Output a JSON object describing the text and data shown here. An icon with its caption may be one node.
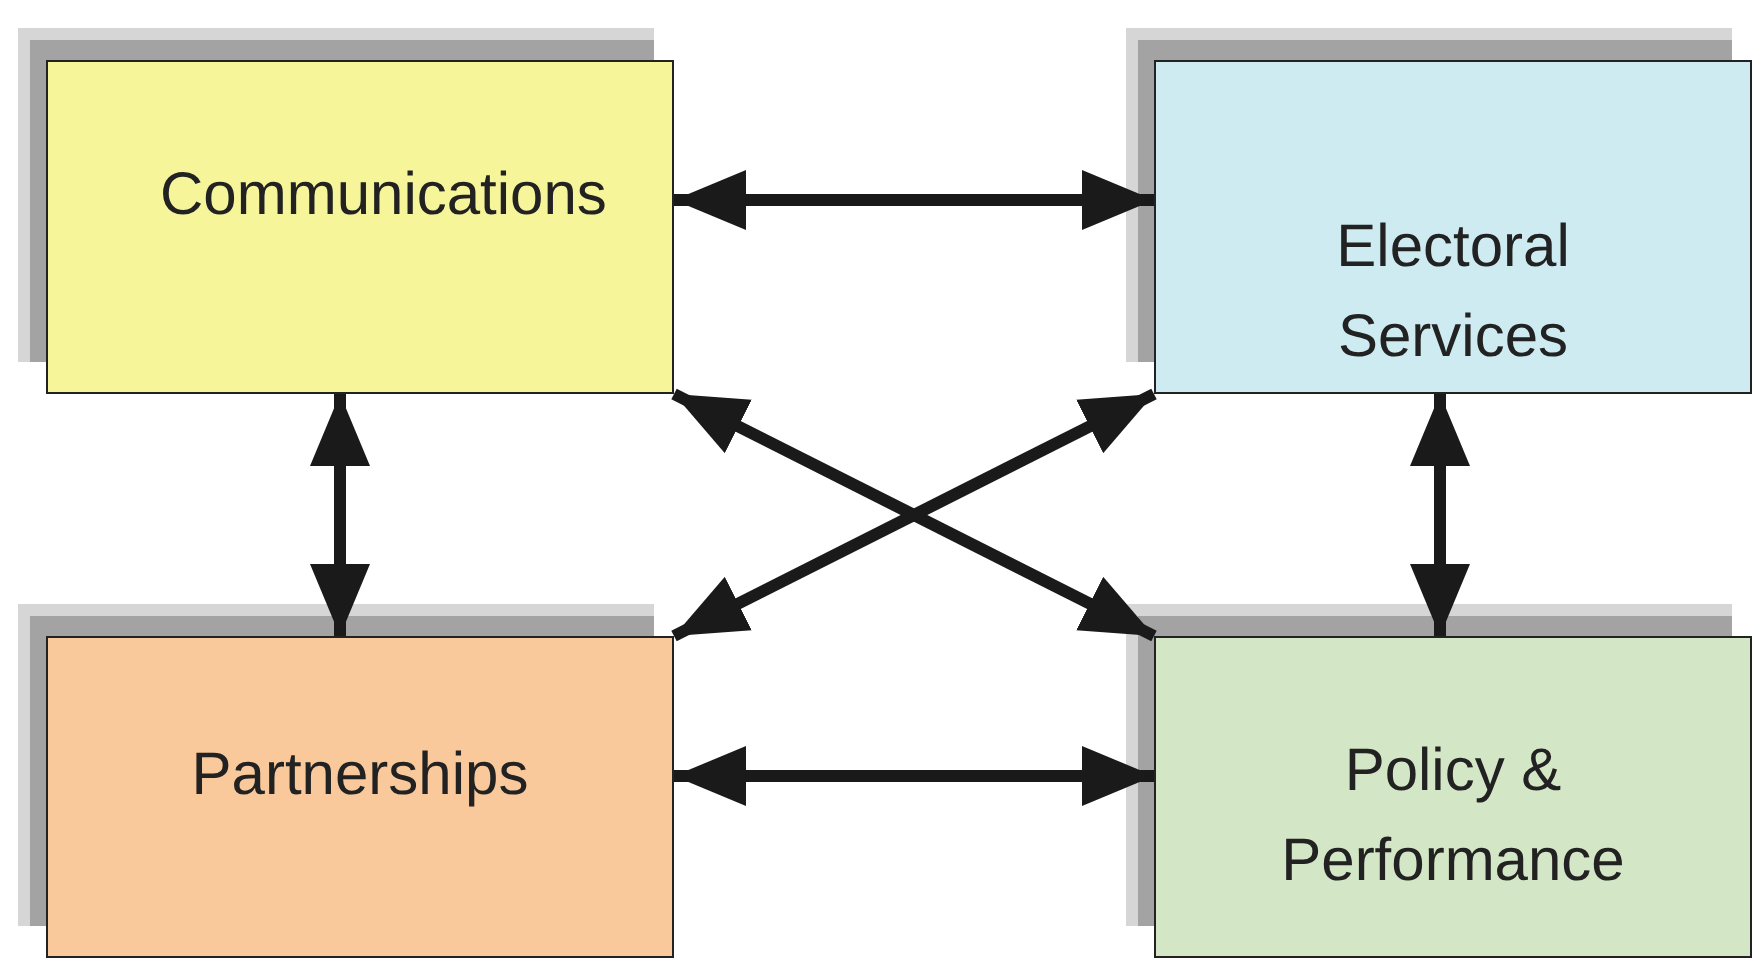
{
  "diagram": {
    "nodes": [
      {
        "text": [
          "Communications"
        ]
      },
      {
        "text": [
          "Electoral Services"
        ]
      },
      {
        "text": [
          "Partnerships"
        ]
      },
      {
        "text": [
          "Policy & Performance"
        ]
      }
    ],
    "edges": [
      {
        "from": 0,
        "to": 1,
        "arrow": "both"
      },
      {
        "from": 0,
        "to": 2,
        "arrow": "both"
      },
      {
        "from": 1,
        "to": 3,
        "arrow": "both"
      },
      {
        "from": 0,
        "to": 3,
        "arrow": "both"
      },
      {
        "from": 1,
        "to": 2,
        "arrow": "both"
      },
      {
        "from": 2,
        "to": 3,
        "arrow": "both"
      }
    ]
  }
}
